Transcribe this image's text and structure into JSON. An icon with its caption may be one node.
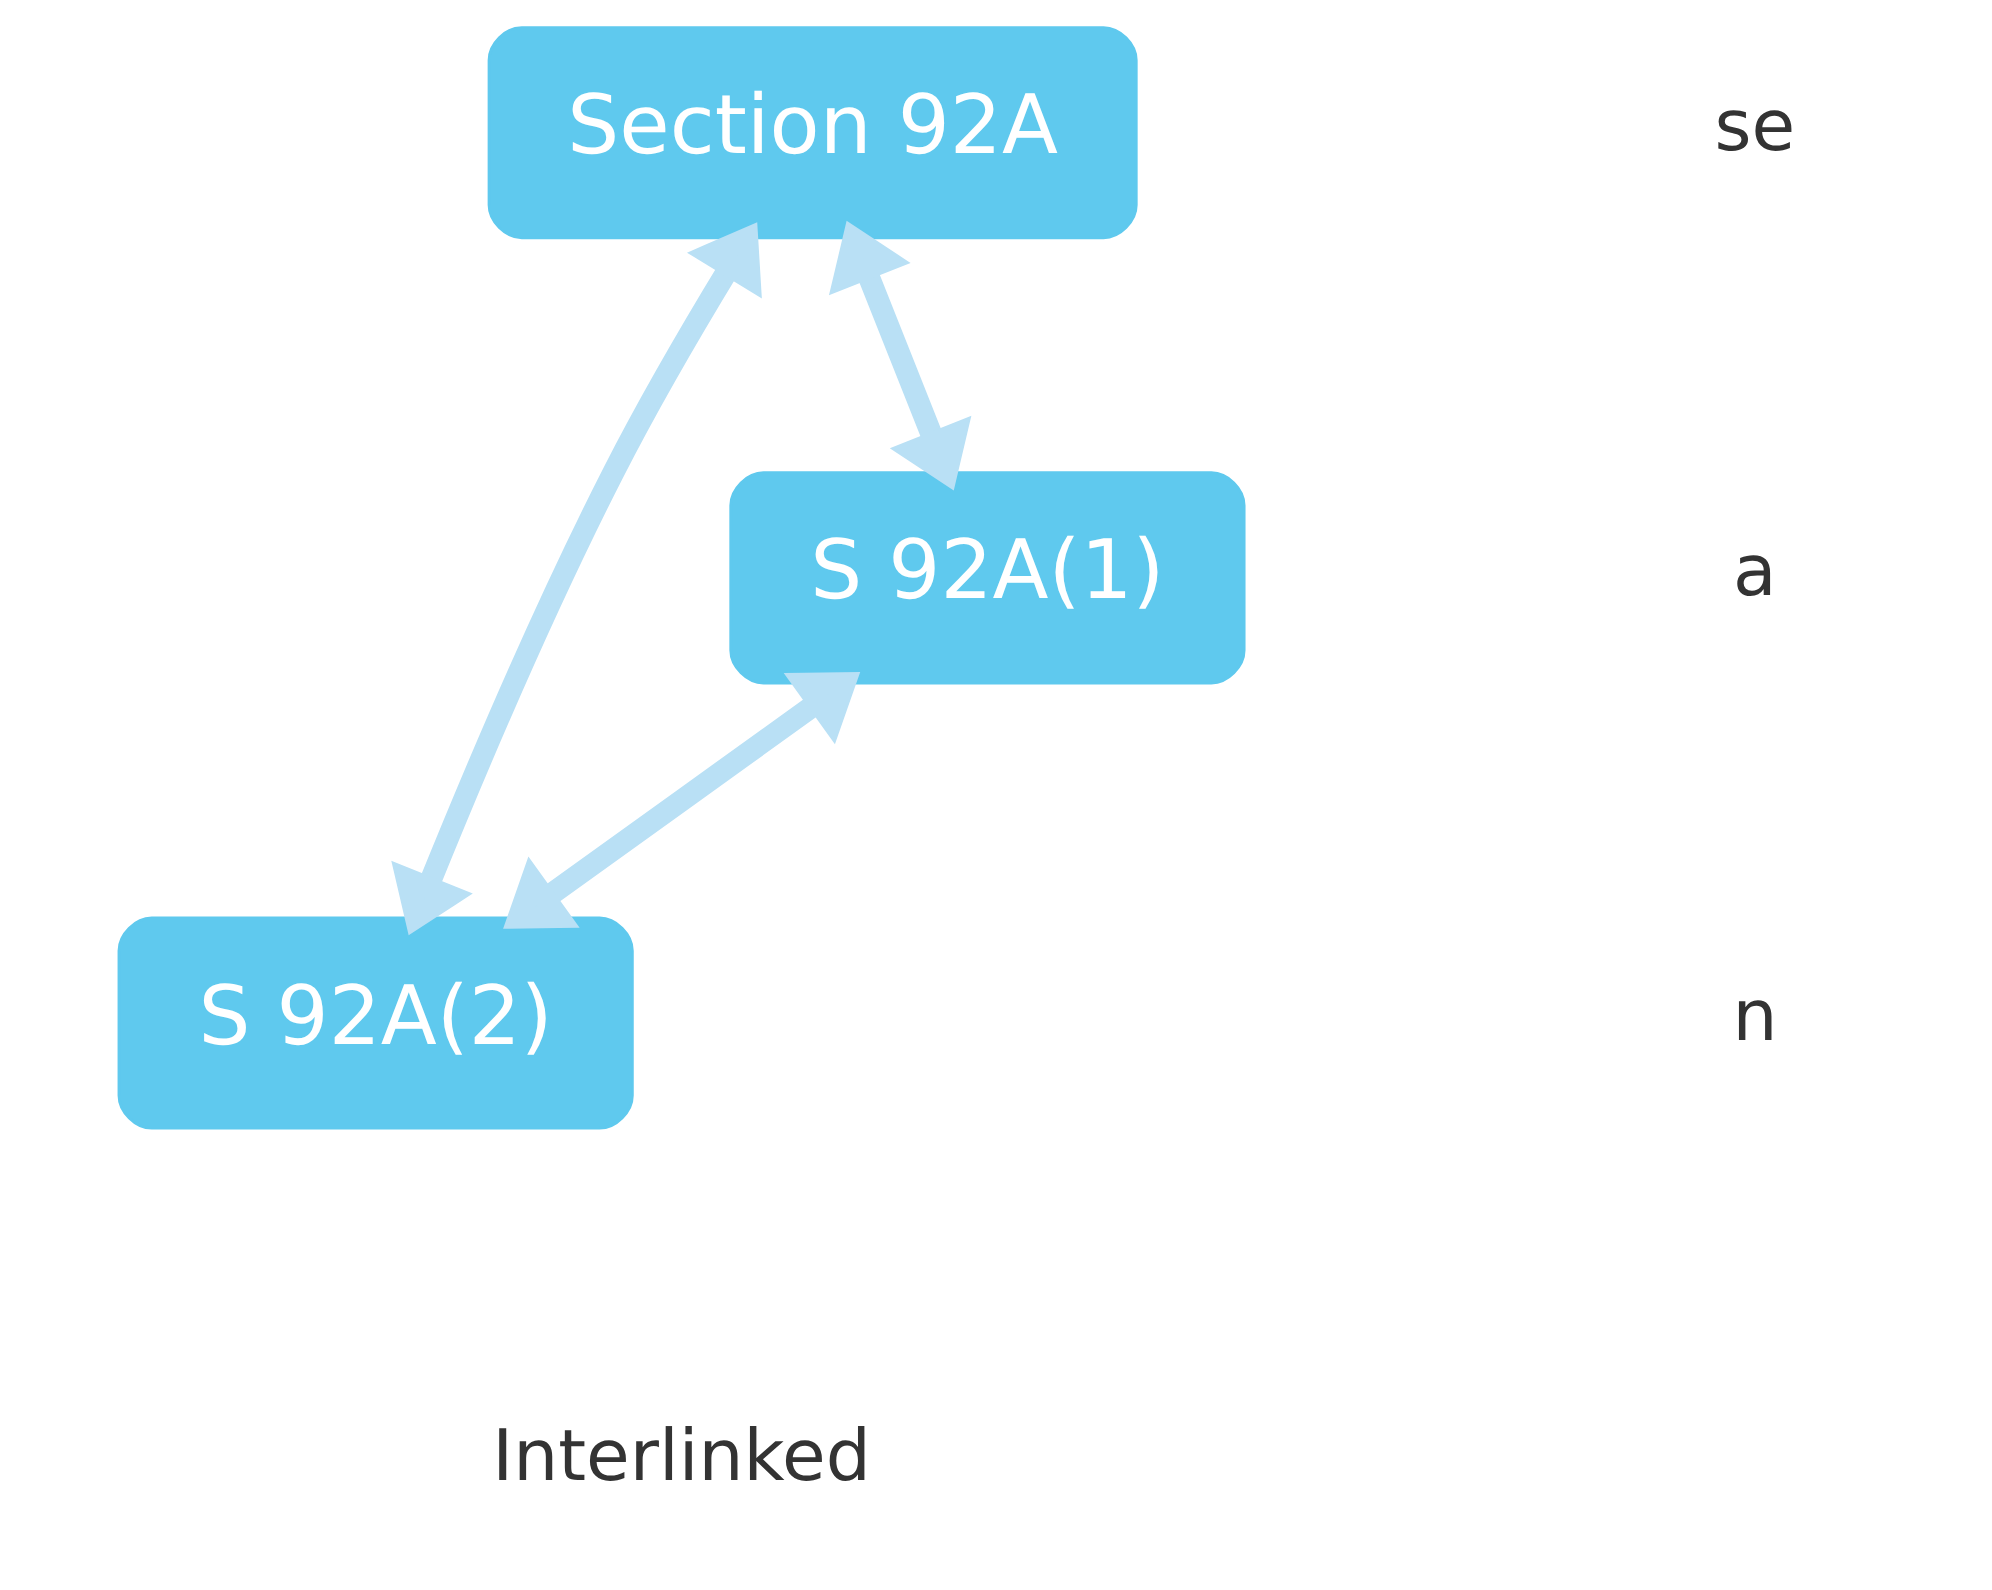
{
  "diagram": {
    "nodes": [
      {
        "text": [
          "Section 92A"
        ]
      },
      {
        "text": [
          "S 92A(1)"
        ]
      },
      {
        "text": [
          "S 92A(2)"
        ]
      }
    ],
    "edges": [
      {
        "from": 0,
        "to": 1,
        "arrow": "both"
      },
      {
        "from": 0,
        "to": 2,
        "arrow": "both"
      },
      {
        "from": 1,
        "to": 2,
        "arrow": "both"
      }
    ],
    "labels": [
      "se",
      "a",
      "n",
      "Interlinked"
    ]
  }
}
